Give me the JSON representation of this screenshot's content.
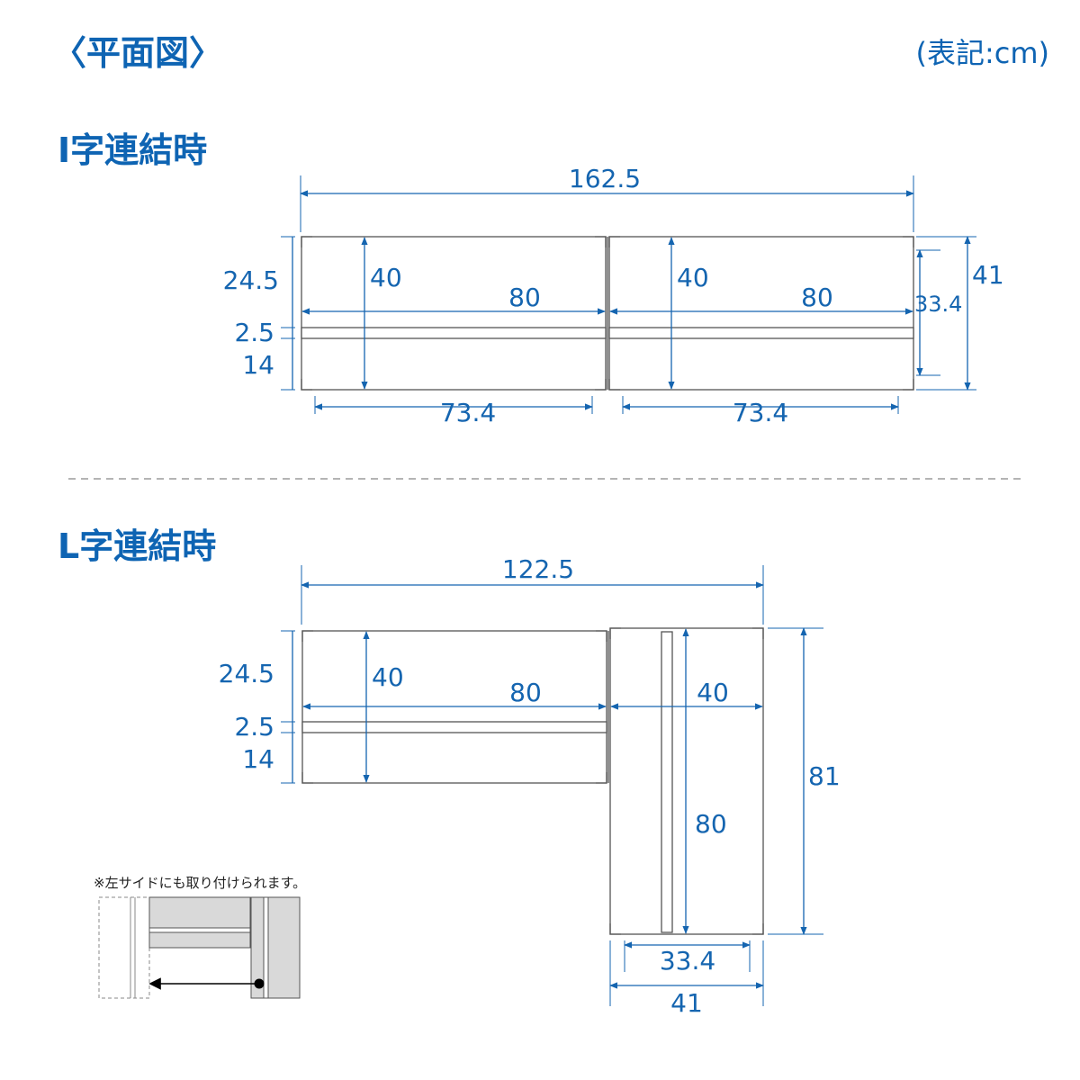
{
  "header": {
    "title": "〈平面図〉",
    "unit": "(表記:cm)"
  },
  "section_i": {
    "title": "I字連結時",
    "total_width": "162.5",
    "depth_upper": "24.5",
    "gap": "2.5",
    "depth_lower": "14",
    "left_unit": {
      "depth": "40",
      "width": "80",
      "inner": "73.4"
    },
    "right_unit": {
      "depth": "40",
      "width": "80",
      "inner": "73.4"
    },
    "inner_depth": "33.4",
    "outer_depth": "41"
  },
  "section_l": {
    "title": "L字連結時",
    "total_width": "122.5",
    "depth_upper": "24.5",
    "gap": "2.5",
    "depth_lower": "14",
    "horizontal_unit": {
      "depth": "40",
      "width": "80"
    },
    "vertical_unit": {
      "width": "40",
      "length": "80",
      "inner_width": "33.4",
      "outer_width": "41"
    },
    "total_height": "81"
  },
  "inset_note": "※左サイドにも取り付けられます。",
  "colors": {
    "accent": "#0e64b3",
    "dimension": "#1565b0",
    "outline": "#555555",
    "inset_fill": "#d9d9d9"
  }
}
